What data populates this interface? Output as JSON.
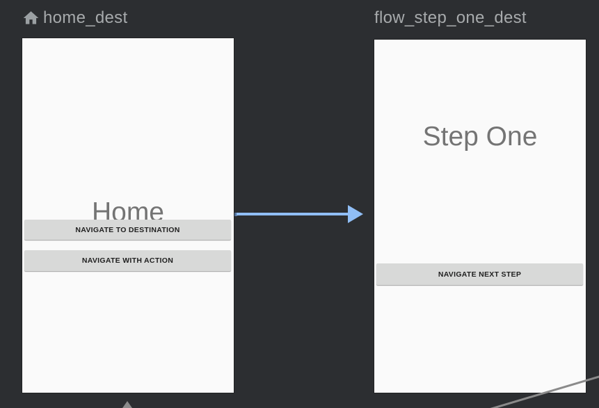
{
  "editor": {
    "type": "navigation-graph-canvas"
  },
  "theme": {
    "canvas_background": "#2c2e31",
    "card_background": "#fafafa",
    "header_text_color": "#a7aaac",
    "screen_title_color": "#747474",
    "button_background": "#d8d9d8",
    "button_text_color": "#1f1f1f",
    "action_arrow_color": "#90bef6",
    "edge_line_color": "#8a8a8a"
  },
  "destinations": [
    {
      "label": "home_dest",
      "icon": "home-icon",
      "is_start_destination": true,
      "screen_title": "Home",
      "buttons": [
        "NAVIGATE TO DESTINATION",
        "NAVIGATE WITH ACTION"
      ]
    },
    {
      "label": "flow_step_one_dest",
      "screen_title": "Step One",
      "buttons": [
        "NAVIGATE NEXT STEP"
      ]
    }
  ]
}
